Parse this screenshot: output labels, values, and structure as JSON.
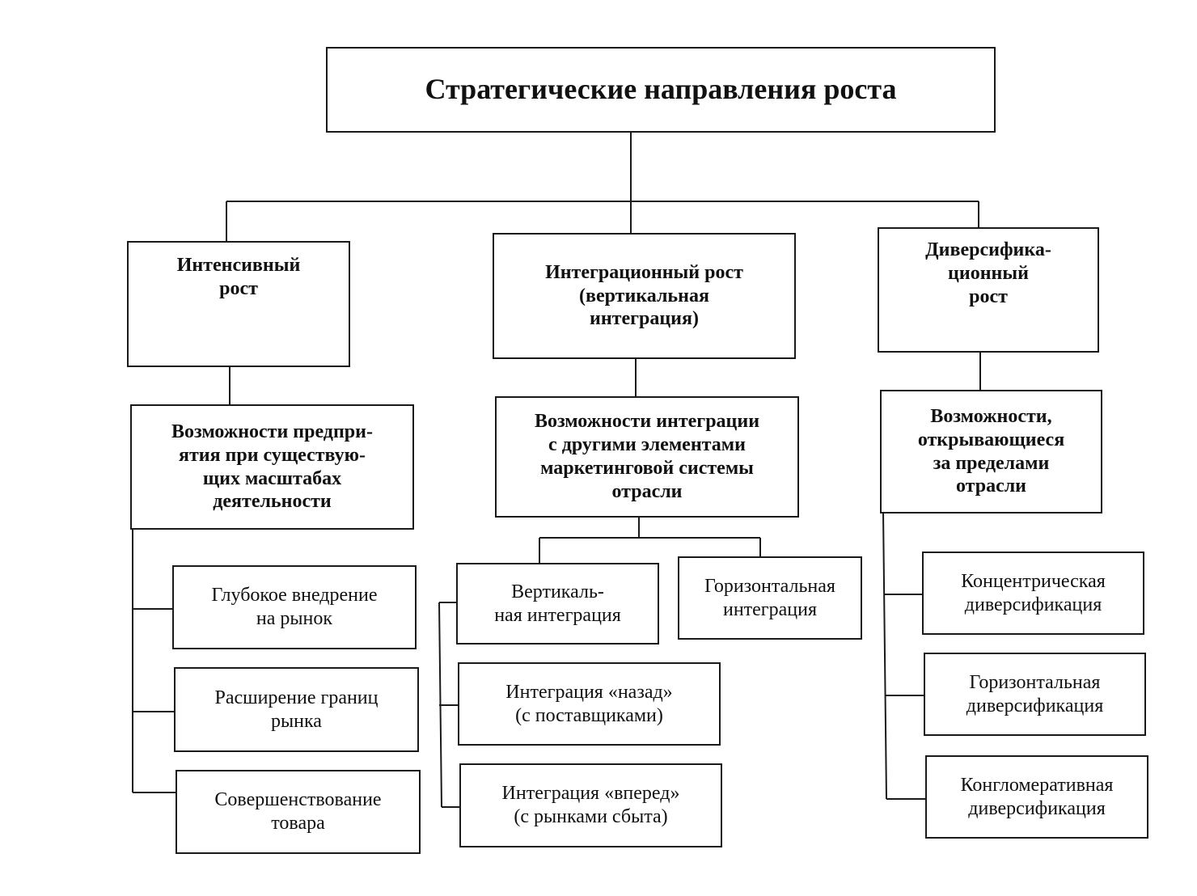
{
  "title": "Стратегические направления роста",
  "directions": {
    "intensive": "Интенсивный\nрост",
    "integration": "Интеграционный рост\n(вертикальная\nинтеграция)",
    "diversification": "Диверсифика-\nционный\nрост"
  },
  "opportunities": {
    "intensive": "Возможности предпри-\nятия при существую-\nщих масштабах\nдеятельности",
    "integration": "Возможности интеграции\nс другими элементами\nмаркетинговой системы\nотрасли",
    "diversification": "Возможности,\nоткрывающиеся\nза пределами\nотрасли"
  },
  "intensive_items": [
    "Глубокое внедрение\nна рынок",
    "Расширение границ\nрынка",
    "Совершенствование\nтовара"
  ],
  "integration_types": {
    "vertical": "Вертикаль-\nная интеграция",
    "horizontal": "Горизонтальная\nинтеграция"
  },
  "vertical_items": [
    "Интеграция «назад»\n(с поставщиками)",
    "Интеграция «вперед»\n(с рынками сбыта)"
  ],
  "diversification_items": [
    "Концентрическая\nдиверсификация",
    "Горизонтальная\nдиверсификация",
    "Конгломеративная\nдиверсификация"
  ]
}
